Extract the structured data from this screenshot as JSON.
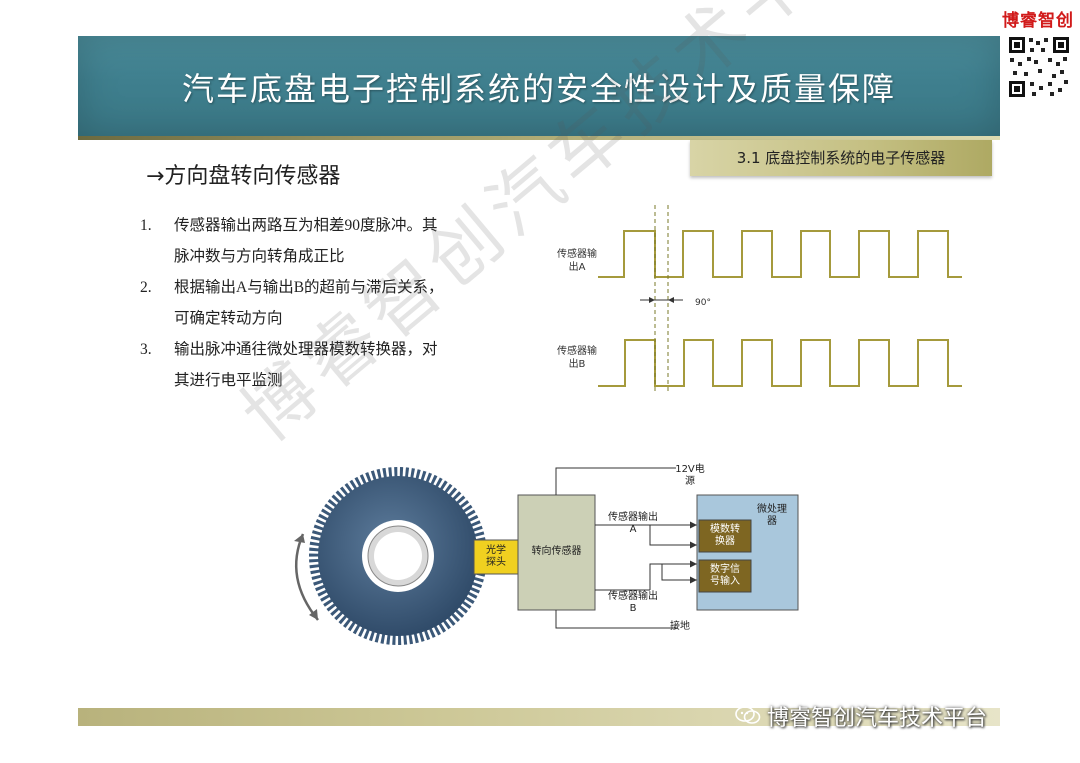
{
  "brand": {
    "logo_text": "博睿智创"
  },
  "header": {
    "title": "汽车底盘电子控制系统的安全性设计及质量保障"
  },
  "section": {
    "label": "3.1 底盘控制系统的电子传感器"
  },
  "content": {
    "heading": "→方向盘转向传感器",
    "bullets": [
      {
        "num": "1.",
        "lines": [
          "传感器输出两路互为相差90度脉冲。其",
          "脉冲数与方向转角成正比"
        ]
      },
      {
        "num": "2.",
        "lines": [
          "根据输出A与输出B的超前与滞后关系，",
          "可确定转动方向"
        ]
      },
      {
        "num": "3.",
        "lines": [
          "输出脉冲通往微处理器模数转换器，对",
          "其进行电平监测"
        ]
      }
    ]
  },
  "waveform": {
    "label_a": [
      "传感器输",
      "出A"
    ],
    "label_b": [
      "传感器输",
      "出B"
    ],
    "phase_label": "90°"
  },
  "diagram": {
    "optical_probe": [
      "光学",
      "探头"
    ],
    "steering_sensor": "转向传感器",
    "power": [
      "12V电",
      "源"
    ],
    "output_a": [
      "传感器输出",
      "A"
    ],
    "output_b": [
      "传感器输出",
      "B"
    ],
    "ground": "接地",
    "microprocessor": [
      "微处理",
      "器"
    ],
    "adc": [
      "模数转",
      "换器"
    ],
    "digital_input": [
      "数字信",
      "号输入"
    ]
  },
  "watermark": {
    "text": "博睿智创汽车技术平台"
  },
  "footer": {
    "wechat": "博睿智创汽车技术平台"
  },
  "colors": {
    "banner": "#3f7f8e",
    "waveform": "#a59a3c",
    "gear": "#3b5878",
    "sensor_box": "#ccd0b6",
    "micro_box": "#a9c7dc",
    "inner_box": "#7e6622",
    "probe": "#f0d020",
    "brand_red": "#d11a1a"
  }
}
